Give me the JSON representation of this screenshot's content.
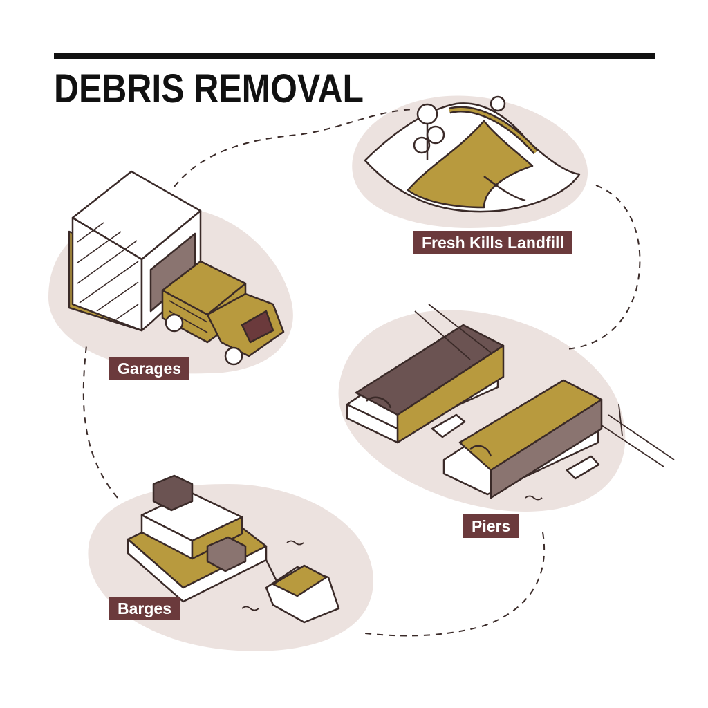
{
  "title": "DEBRIS REMOVAL",
  "colors": {
    "accent_brown": "#6b3a3c",
    "ochre": "#b89a3e",
    "blob": "#ece2df",
    "ink": "#3a2a28"
  },
  "nodes": {
    "landfill": {
      "label": "Fresh Kills Landfill",
      "icon": "landfill-hill-icon"
    },
    "garages": {
      "label": "Garages",
      "icon": "garage-truck-icon"
    },
    "piers": {
      "label": "Piers",
      "icon": "piers-icon"
    },
    "barges": {
      "label": "Barges",
      "icon": "barge-icon"
    }
  }
}
